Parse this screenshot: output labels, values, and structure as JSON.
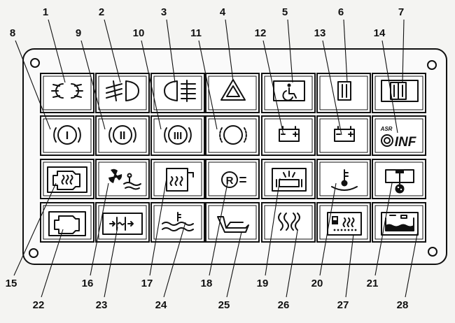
{
  "diagram": {
    "top_labels": [
      "1",
      "2",
      "3",
      "4",
      "5",
      "6",
      "7"
    ],
    "upper_side_labels": [
      "8",
      "9",
      "10",
      "11",
      "12",
      "13",
      "14"
    ],
    "lower_labels_row1": [
      "15",
      "16",
      "17",
      "18",
      "19",
      "20",
      "21"
    ],
    "lower_labels_row2": [
      "22",
      "23",
      "24",
      "25",
      "26",
      "27",
      "28"
    ],
    "icon_text": {
      "hand_brake_1": "I",
      "hand_brake_2": "II",
      "hand_brake_3": "III",
      "asr": "ASR",
      "inf": "INF",
      "retarder": "R"
    },
    "icons": [
      [
        "parking-lights-icon",
        "low-beam-icon",
        "fog-light-icon",
        "hazard-warning-icon",
        "disabled-access-icon",
        "door-open-icon",
        "double-door-icon"
      ],
      [
        "brake-stage-1-icon",
        "brake-stage-2-icon",
        "brake-stage-3-icon",
        "brake-wear-icon",
        "battery-charge-icon",
        "battery-charge-2-icon",
        "asr-inf-icon"
      ],
      [
        "engine-preheat-icon",
        "fan-coolant-icon",
        "heater-icon",
        "retarder-icon",
        "roof-light-icon",
        "coolant-temperature-icon",
        "oil-pressure-icon"
      ],
      [
        "engine-check-icon",
        "windshield-heat-icon",
        "coolant-level-icon",
        "driver-seat-icon",
        "ecas-icon",
        "air-filter-icon",
        "coolant-tank-icon"
      ]
    ]
  }
}
